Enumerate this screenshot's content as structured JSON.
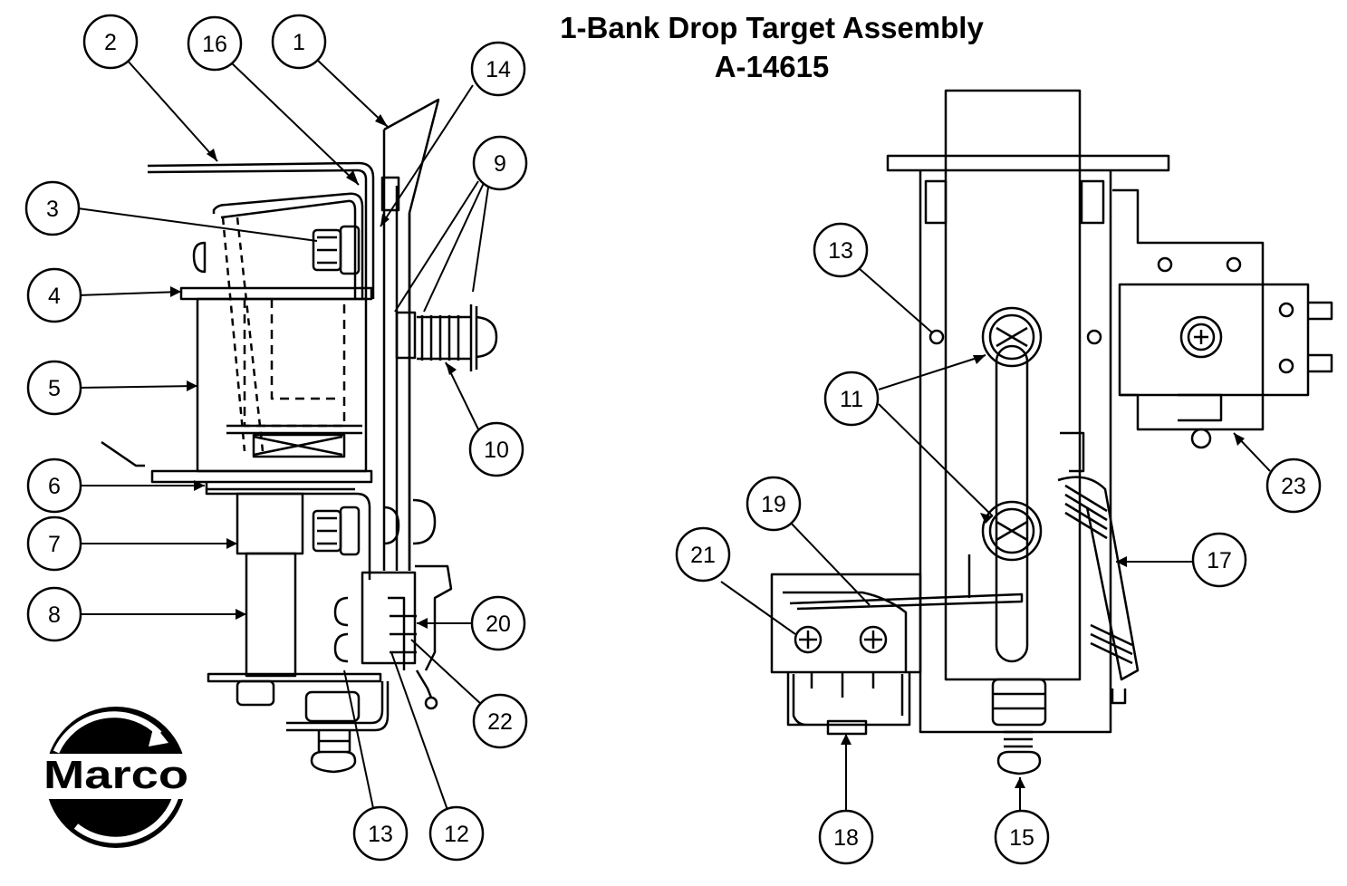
{
  "title": "1-Bank Drop Target Assembly",
  "part_number": "A-14615",
  "logo": {
    "text": "Marco"
  },
  "colors": {
    "line": "#000000",
    "background": "#ffffff",
    "logo": "#000000"
  },
  "callouts": [
    {
      "id": "c-2",
      "label": "2"
    },
    {
      "id": "c-16",
      "label": "16"
    },
    {
      "id": "c-1",
      "label": "1"
    },
    {
      "id": "c-14",
      "label": "14"
    },
    {
      "id": "c-9",
      "label": "9"
    },
    {
      "id": "c-3",
      "label": "3"
    },
    {
      "id": "c-4",
      "label": "4"
    },
    {
      "id": "c-5",
      "label": "5"
    },
    {
      "id": "c-10",
      "label": "10"
    },
    {
      "id": "c-6",
      "label": "6"
    },
    {
      "id": "c-7",
      "label": "7"
    },
    {
      "id": "c-8",
      "label": "8"
    },
    {
      "id": "c-20",
      "label": "20"
    },
    {
      "id": "c-22",
      "label": "22"
    },
    {
      "id": "c-13a",
      "label": "13"
    },
    {
      "id": "c-12",
      "label": "12"
    },
    {
      "id": "c-13b",
      "label": "13"
    },
    {
      "id": "c-11",
      "label": "11"
    },
    {
      "id": "c-23",
      "label": "23"
    },
    {
      "id": "c-19",
      "label": "19"
    },
    {
      "id": "c-21",
      "label": "21"
    },
    {
      "id": "c-17",
      "label": "17"
    },
    {
      "id": "c-18",
      "label": "18"
    },
    {
      "id": "c-15",
      "label": "15"
    }
  ]
}
